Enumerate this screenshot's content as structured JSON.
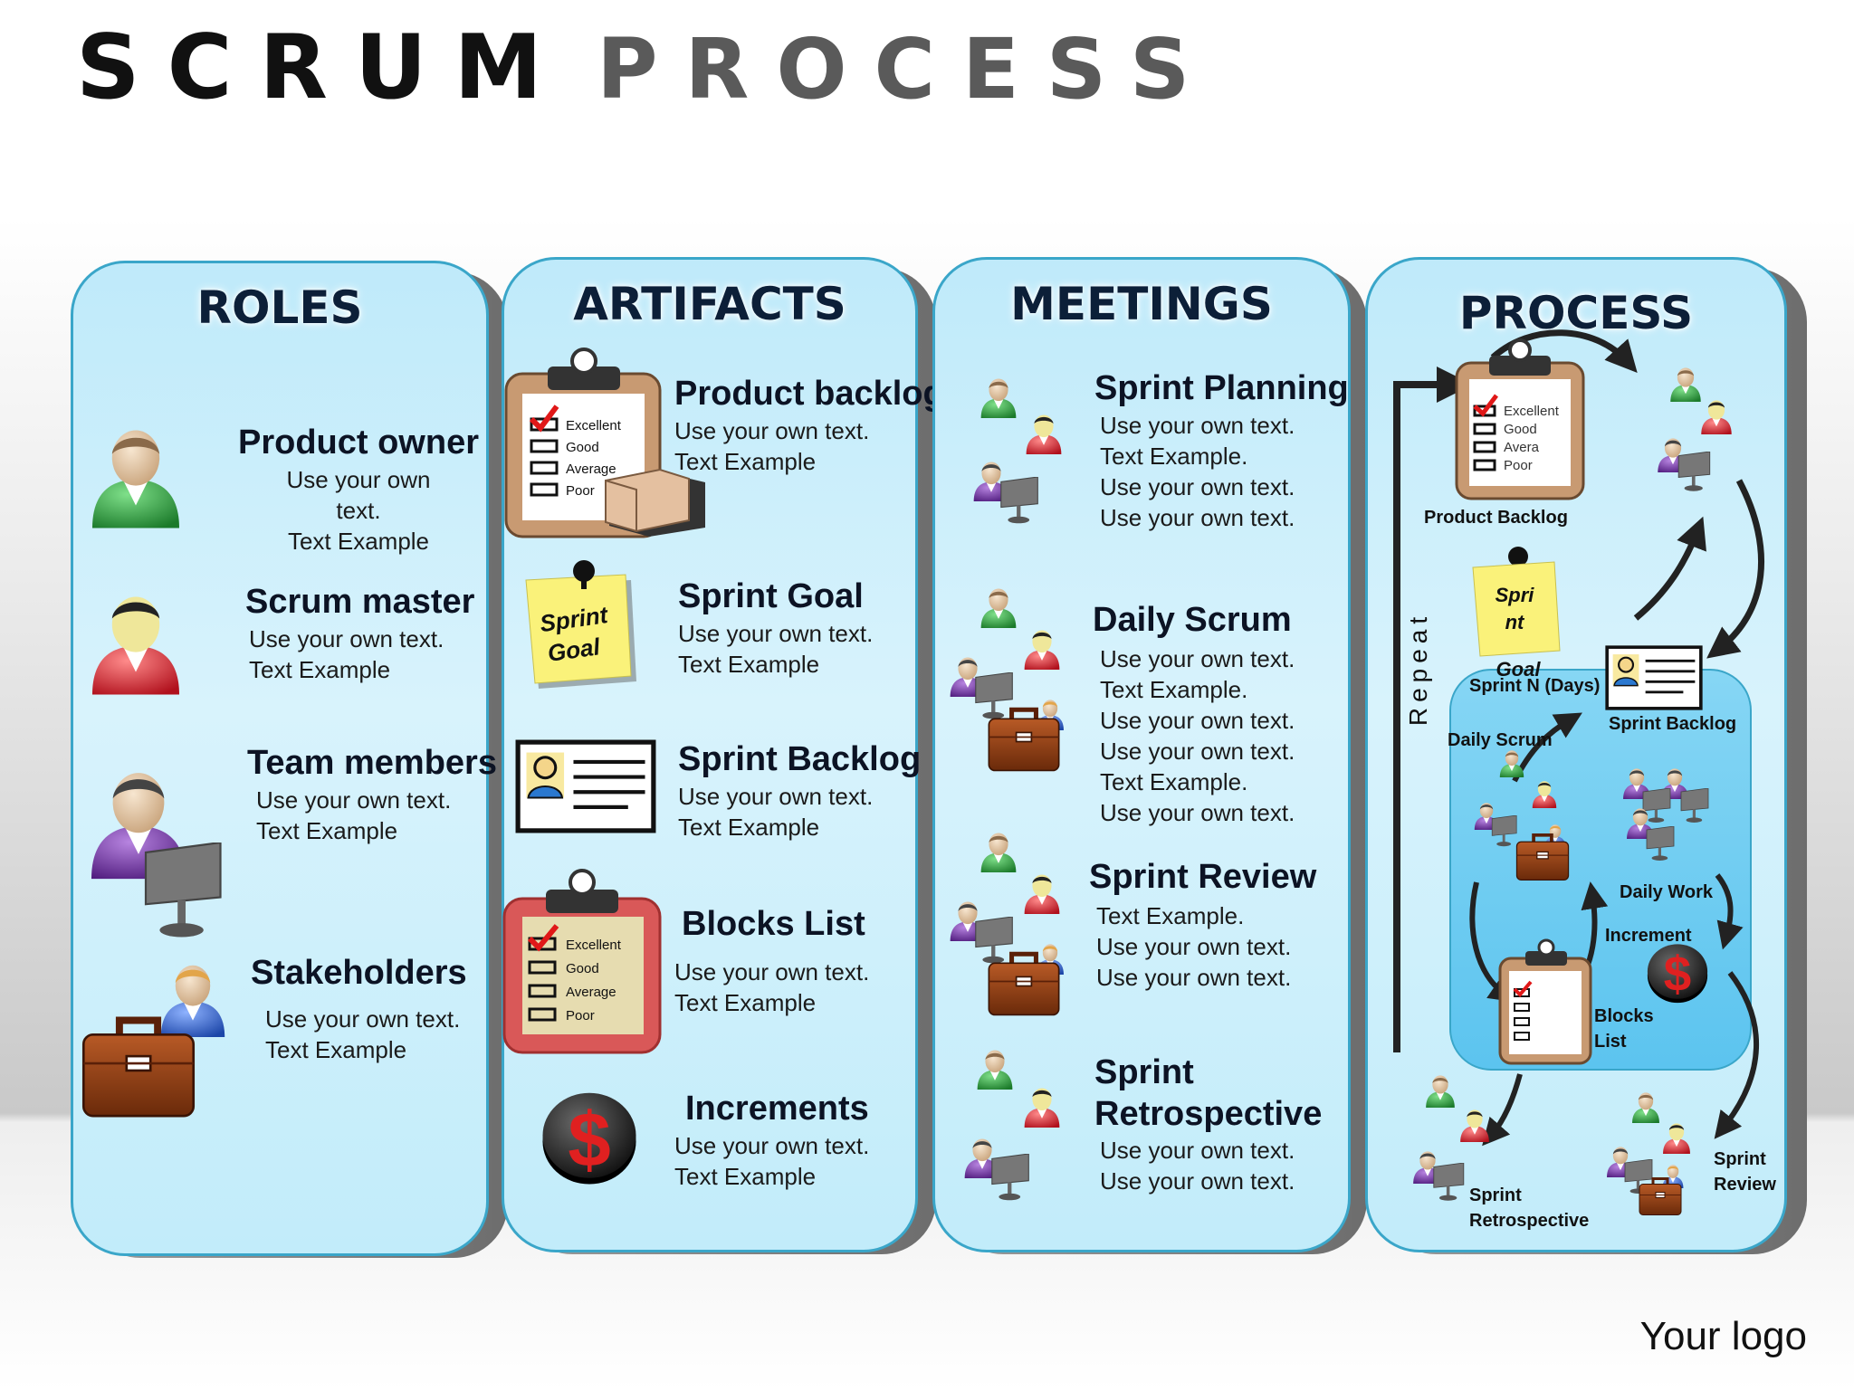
{
  "title": {
    "word1": "SCRUM",
    "word2": "PROCESS"
  },
  "logo": "Your logo",
  "roles": {
    "heading": "ROLES",
    "items": [
      {
        "title": "Product owner",
        "lines": [
          "Use your own",
          "text.",
          "Text Example"
        ]
      },
      {
        "title": "Scrum master",
        "lines": [
          "Use your own text.",
          "Text Example"
        ]
      },
      {
        "title": "Team members",
        "lines": [
          "Use your own text.",
          "Text Example"
        ]
      },
      {
        "title": "Stakeholders",
        "lines": [
          "Use your own text.",
          "Text Example"
        ]
      }
    ]
  },
  "artifacts": {
    "heading": "ARTIFACTS",
    "items": [
      {
        "title": "Product backlog",
        "lines": [
          "Use your own text.",
          "Text Example"
        ]
      },
      {
        "title": "Sprint Goal",
        "lines": [
          "Use your own text.",
          "Text Example"
        ]
      },
      {
        "title": "Sprint Backlog",
        "lines": [
          "Use your own text.",
          "Text Example"
        ]
      },
      {
        "title": "Blocks List",
        "lines": [
          "Use your own text.",
          "Text Example"
        ]
      },
      {
        "title": "Increments",
        "lines": [
          "Use your own text.",
          "Text Example"
        ]
      }
    ],
    "checklist": [
      "Excellent",
      "Good",
      "Average",
      "Poor"
    ],
    "note_text": [
      "Sprint",
      "Goal"
    ]
  },
  "meetings": {
    "heading": "MEETINGS",
    "items": [
      {
        "title": "Sprint Planning",
        "lines": [
          "Use your own text.",
          "Text Example.",
          "Use your own text.",
          "Use your own text."
        ]
      },
      {
        "title": "Daily Scrum",
        "lines": [
          "Use your own text.",
          "Text Example.",
          "Use your own text.",
          "Use your own text.",
          "Text Example.",
          "Use your own text."
        ]
      },
      {
        "title": "Sprint Review",
        "lines": [
          "Text Example.",
          "Use your own text.",
          "Use your own text."
        ]
      },
      {
        "title": "Sprint Retrospective",
        "title_lines": [
          "Sprint",
          "Retrospective"
        ],
        "lines": [
          "Use your own text.",
          "Use your own text."
        ]
      }
    ]
  },
  "process": {
    "heading": "PROCESS",
    "repeat": "Repeat",
    "product_backlog": "Product Backlog",
    "sprint_n": "Sprint N (Days)",
    "sprint_backlog": "Sprint Backlog",
    "daily_scrum": "Daily Scrum",
    "daily_work": "Daily Work",
    "increment": "Increment",
    "blocks_list": [
      "Blocks",
      "List"
    ],
    "sprint_retrospective": [
      "Sprint",
      "Retrospective"
    ],
    "sprint_review": [
      "Sprint",
      "Review"
    ],
    "checklist": [
      "Excellent",
      "Good",
      "Avera",
      "Poor"
    ],
    "note_text": [
      "Spri",
      "nt",
      "Goal"
    ]
  },
  "colors": {
    "panel_fill": "#c9eefb",
    "panel_border": "#3aa6c9",
    "green_person": "#2e9a3e",
    "red_person": "#d8202c",
    "purple_person": "#6a2a9a",
    "blue_person": "#2a5fc0",
    "briefcase": "#8a3a14",
    "note": "#f9f27a"
  }
}
